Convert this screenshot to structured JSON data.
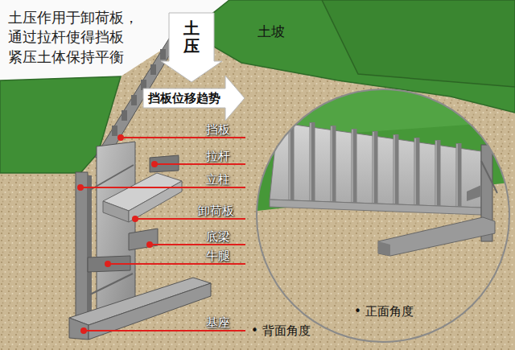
{
  "diagram": {
    "nodes": [
      {
        "text": [
          "土压"
        ]
      },
      {
        "text": [
          "挡板位移趋势"
        ]
      }
    ],
    "labels": [
      "土压作用于卸荷板， 通过拉杆使得挡板 紧压土体保持平衡",
      "土坡",
      "挡板",
      "拉杆",
      "立柱",
      "卸荷板",
      "底梁",
      "牛腿",
      "基座",
      "• 正面角度",
      "• 背面角度"
    ]
  }
}
